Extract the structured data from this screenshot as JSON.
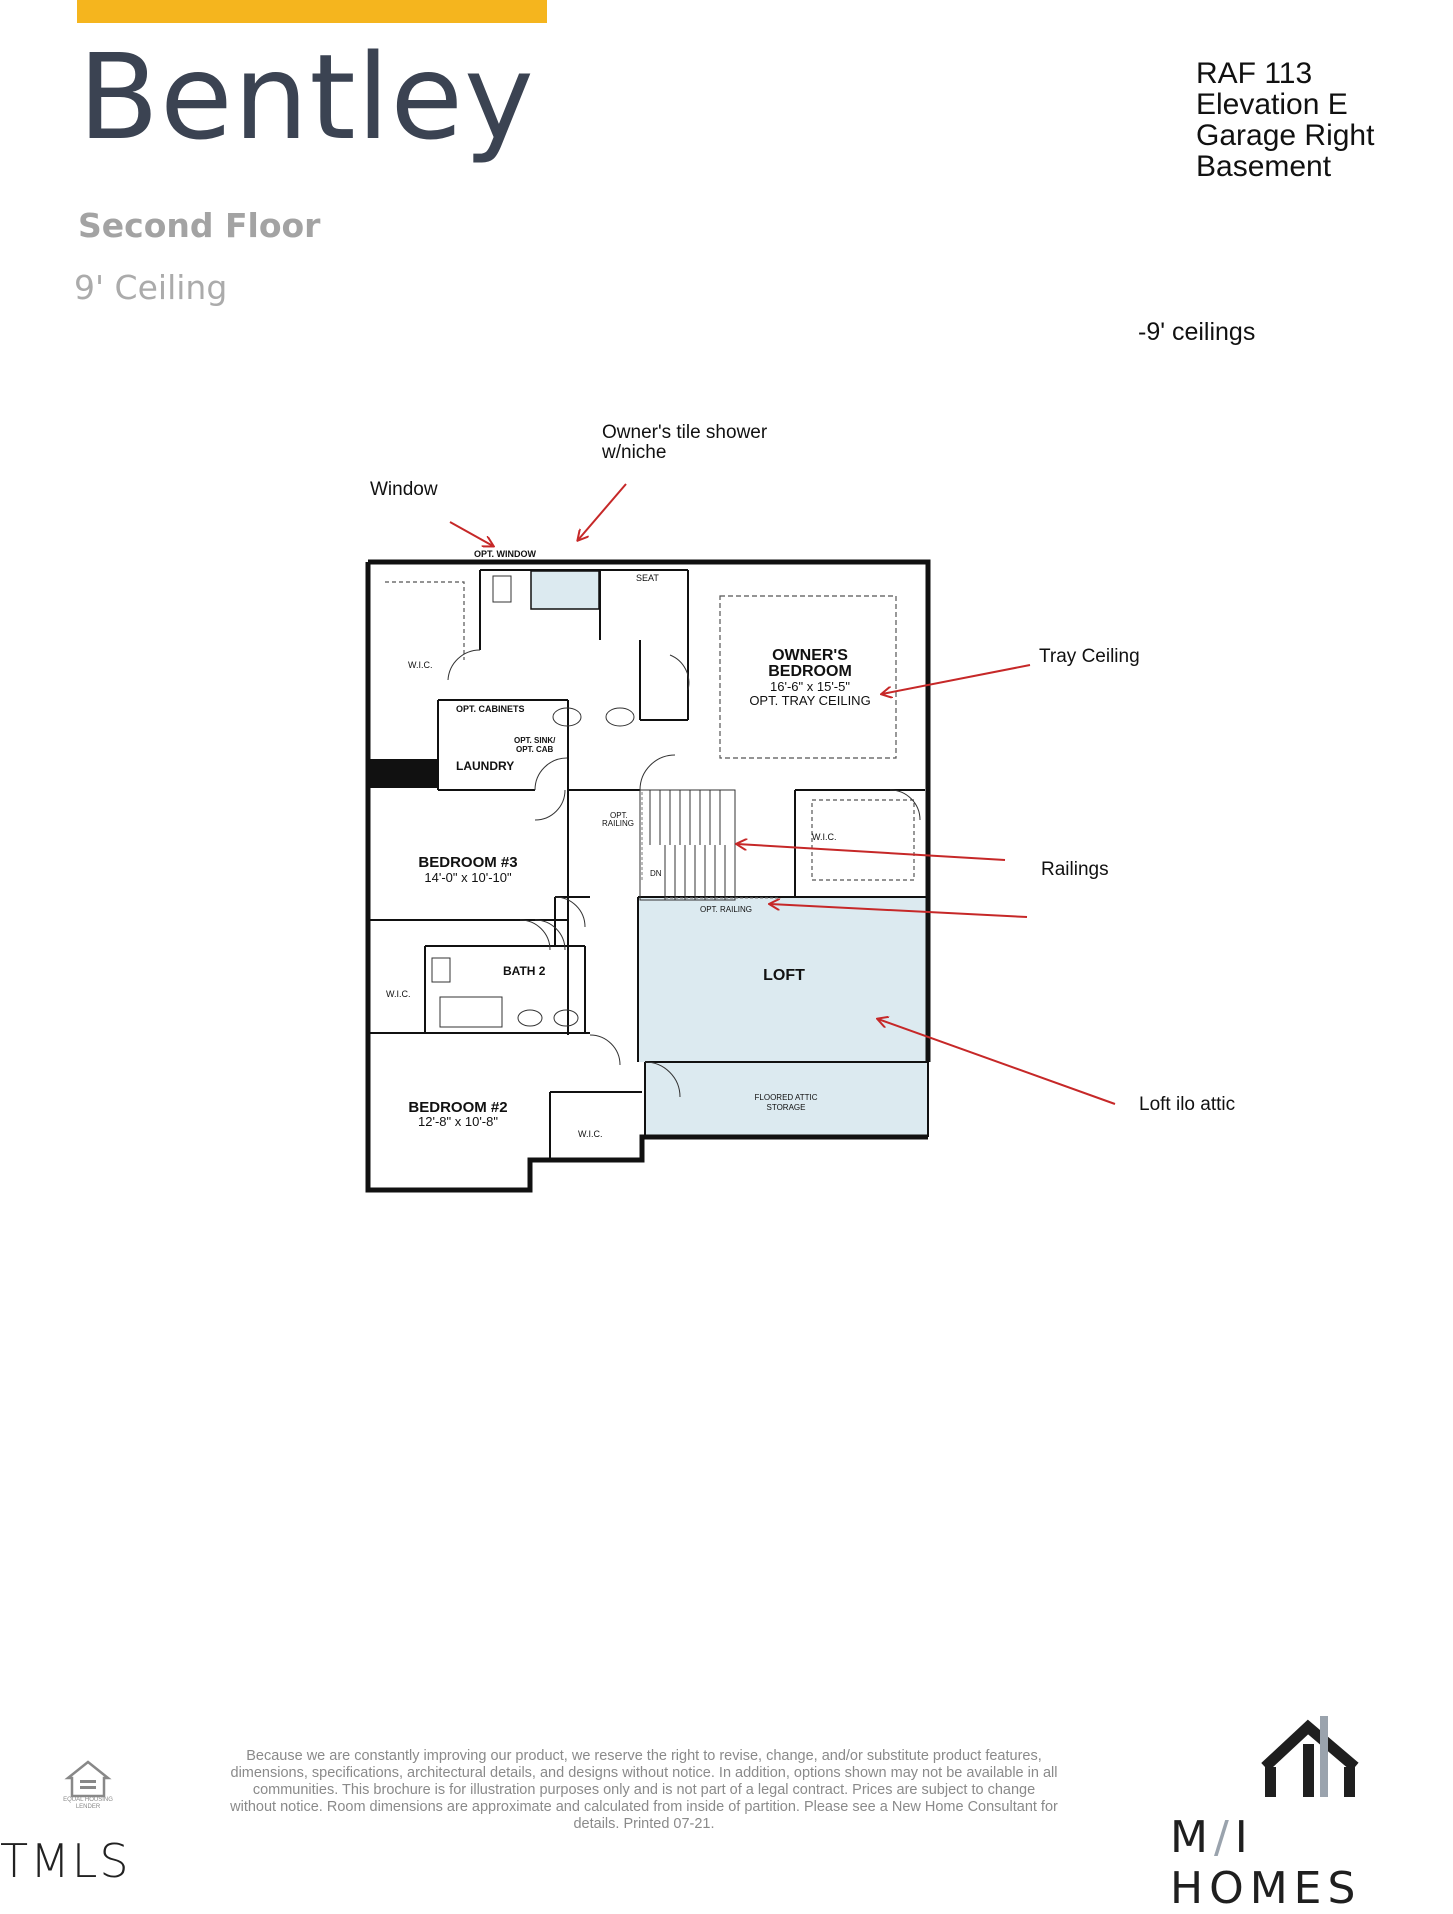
{
  "header": {
    "title": "Bentley",
    "floor": "Second Floor",
    "ceiling": "9' Ceiling"
  },
  "specs": [
    "RAF 113",
    "Elevation E",
    "Garage Right",
    "Basement"
  ],
  "notes": {
    "ceilings": "-9' ceilings"
  },
  "annotations": {
    "shower_line1": "Owner's tile shower",
    "shower_line2": "w/niche",
    "window": "Window",
    "tray": "Tray Ceiling",
    "railings": "Railings",
    "loft": "Loft ilo attic"
  },
  "plan": {
    "opt_window": "OPT. WINDOW",
    "seat": "SEAT",
    "wic": "W.I.C.",
    "owners_bedroom_1": "OWNER'S",
    "owners_bedroom_2": "BEDROOM",
    "owners_bedroom_dim": "16'-6\" x 15'-5\"",
    "owners_bedroom_opt": "OPT. TRAY CEILING",
    "opt_cabinets": "OPT. CABINETS",
    "opt_sink_1": "OPT. SINK/",
    "opt_sink_2": "OPT. CAB",
    "laundry": "LAUNDRY",
    "opt_railing_1": "OPT.",
    "opt_railing_2": "RAILING",
    "opt_railing": "OPT. RAILING",
    "dn": "DN",
    "bedroom3": "BEDROOM #3",
    "bedroom3_dim": "14'-0\" x 10'-10\"",
    "bath2": "BATH 2",
    "loft": "LOFT",
    "attic_1": "FLOORED ATTIC",
    "attic_2": "STORAGE",
    "bedroom2": "BEDROOM #2",
    "bedroom2_dim": "12'-8\" x 10'-8\""
  },
  "footer": {
    "disclaimer": "Because we are constantly improving our product, we reserve the right to revise, change, and/or substitute product features, dimensions, specifications, architectural details, and designs without notice. In addition, options shown may not be available in all communities. This brochure is for illustration purposes only and is not part of a legal contract. Prices are subject to change without notice. Room dimensions are approximate and calculated from inside of partition. Please see a New Home Consultant for details. Printed 07-21.",
    "equal_housing_1": "EQUAL HOUSING",
    "equal_housing_2": "LENDER",
    "watermark": "TMLS",
    "brand_m": "M",
    "brand_sep": "/",
    "brand_rest": "I HOMES"
  },
  "colors": {
    "accent_bar": "#f5b51e",
    "title_text": "#3b4352",
    "annotation_arrow": "#c62828",
    "loft_fill": "#dceaf0",
    "wall": "#111111"
  }
}
